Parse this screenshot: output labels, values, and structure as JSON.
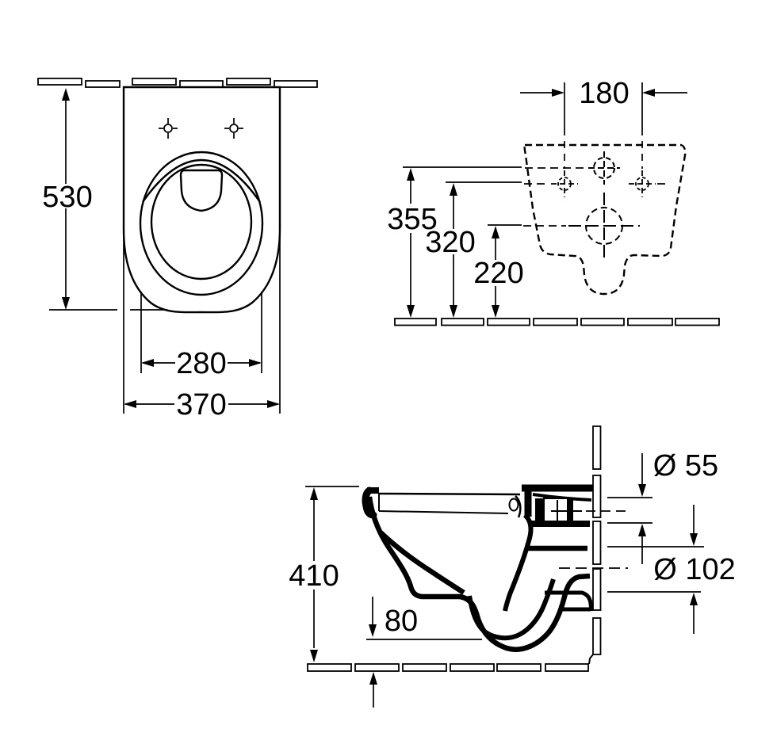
{
  "drawing": {
    "background_color": "#ffffff",
    "line_color": "#000000",
    "views": {
      "plan": {
        "depth": "530",
        "seat_width": "280",
        "overall_width": "370"
      },
      "rear": {
        "fixing_hole_spacing": "180",
        "inlet_height": "355",
        "fixing_hole_height": "320",
        "outlet_height": "220"
      },
      "side": {
        "rim_height": "410",
        "floor_clearance": "80",
        "inlet_diameter": "Ø 55",
        "outlet_diameter": "Ø 102"
      }
    }
  }
}
